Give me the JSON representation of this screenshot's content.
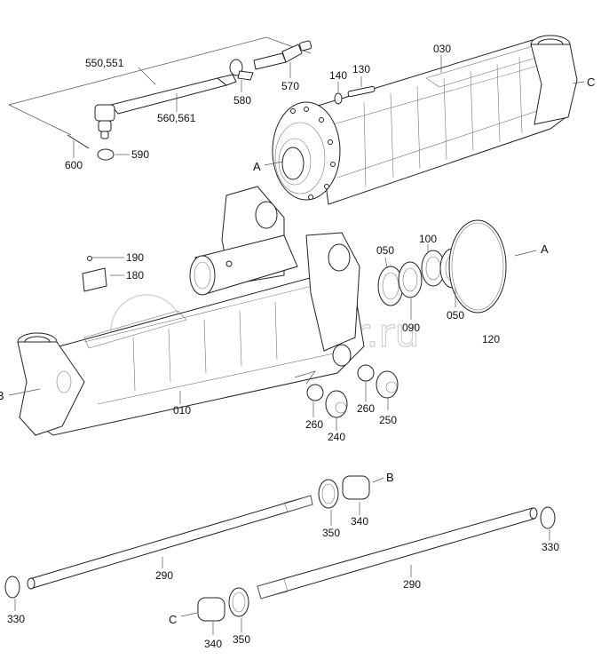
{
  "diagram": {
    "title": "Front axle assembly - exploded parts view",
    "watermark": "autopiter.ru",
    "callouts": {
      "p550_551": "550,551",
      "p560_561": "560,561",
      "p570": "570",
      "p580": "580",
      "p590": "590",
      "p600": "600",
      "p140": "140",
      "p130": "130",
      "p030": "030",
      "refC_top": "C",
      "refA_hub": "A",
      "p190": "190",
      "p180": "180",
      "p050_a": "050",
      "p100": "100",
      "p090": "090",
      "p050_b": "050",
      "refA_ring": "A",
      "p120": "120",
      "refB_left": "B",
      "p010": "010",
      "p260_a": "260",
      "p240": "240",
      "p260_b": "260",
      "p250": "250",
      "refB_shaft": "B",
      "p350_a": "350",
      "p340_a": "340",
      "p290_a": "290",
      "p330_a": "330",
      "p330_b": "330",
      "p290_b": "290",
      "refC_shaft": "C",
      "p340_b": "340",
      "p350_b": "350"
    }
  }
}
